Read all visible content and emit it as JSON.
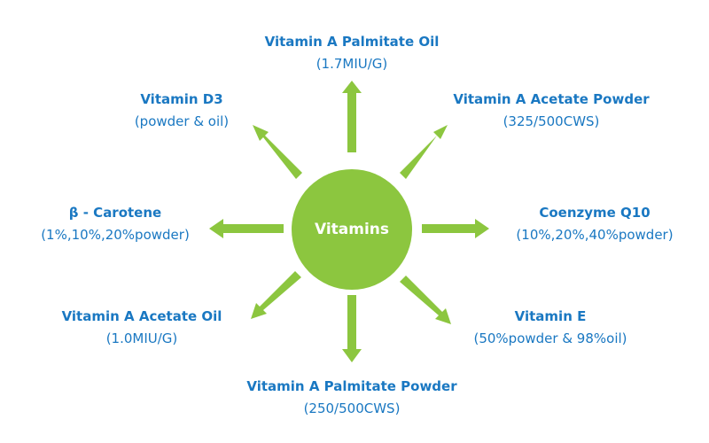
{
  "center": {
    "label": "Vitamins"
  },
  "colors": {
    "arrow": "#8cc63f",
    "hub": "#8cc63f",
    "text": "#1a78c2",
    "hub_text": "#ffffff"
  },
  "nodes": {
    "top": {
      "title": "Vitamin A Palmitate Oil",
      "detail": "(1.7MIU/G)"
    },
    "top_right": {
      "title": "Vitamin A Acetate Powder",
      "detail": "(325/500CWS)"
    },
    "right": {
      "title": "Coenzyme Q10",
      "detail": "(10%,20%,40%powder)"
    },
    "bottom_right": {
      "title": "Vitamin E",
      "detail": "(50%powder & 98%oil)"
    },
    "bottom": {
      "title": "Vitamin A Palmitate Powder",
      "detail": "(250/500CWS)"
    },
    "bottom_left": {
      "title": "Vitamin A Acetate Oil",
      "detail": "(1.0MIU/G)"
    },
    "left": {
      "title": "β - Carotene",
      "detail": "(1%,10%,20%powder)"
    },
    "top_left": {
      "title": "Vitamin D3",
      "detail": "(powder & oil)"
    }
  }
}
